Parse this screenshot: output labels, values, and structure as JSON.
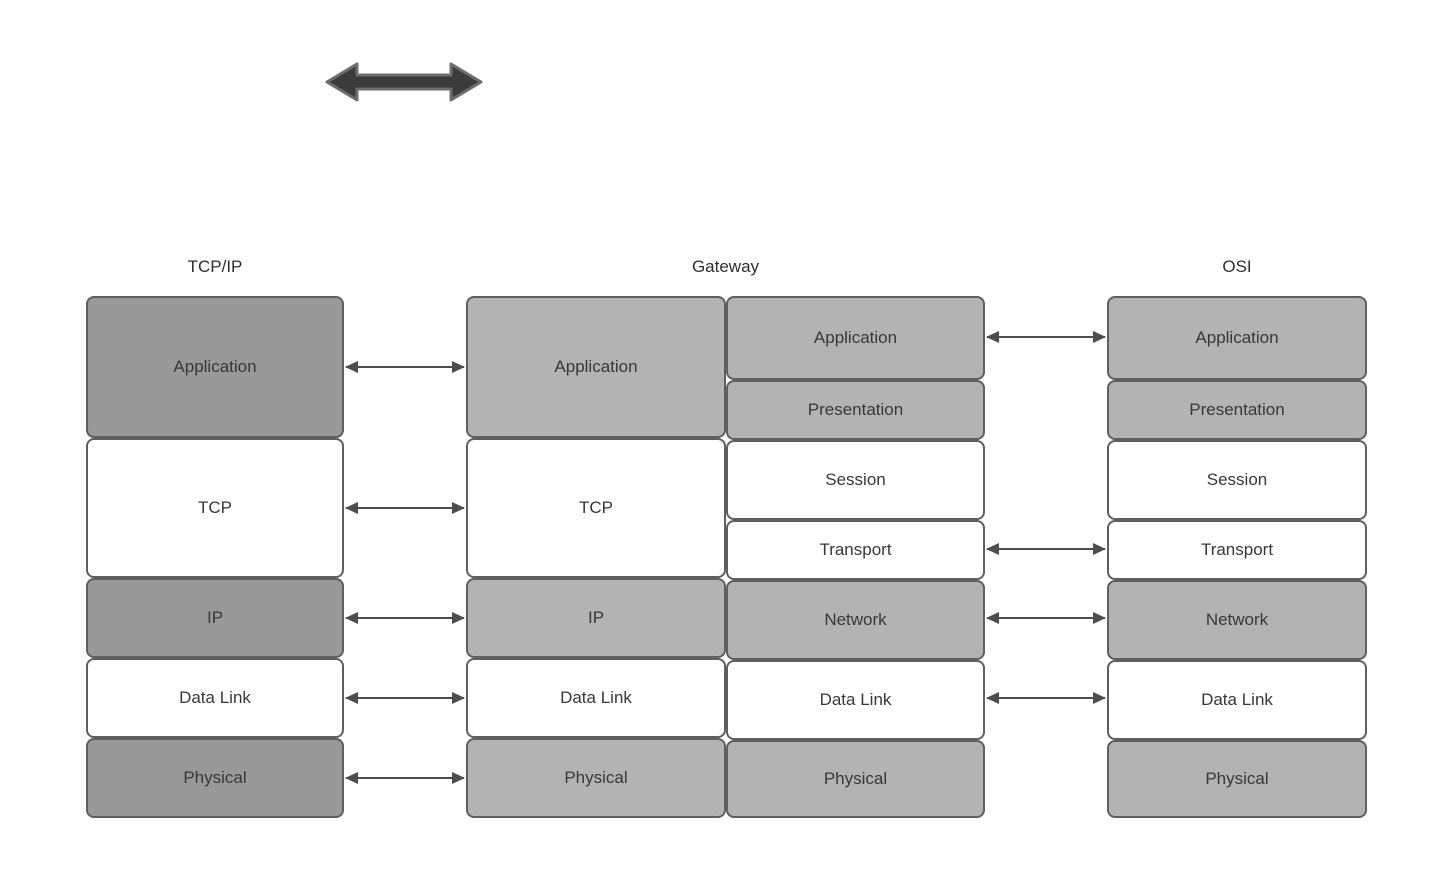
{
  "diagram": {
    "top_icon": {
      "name": "double-arrow",
      "fill": "#3b3b3b",
      "stroke": "#6e6e6e"
    },
    "colors": {
      "dark_fill": "#999999",
      "light_fill": "#b3b3b3",
      "white_fill": "#ffffff",
      "border": "#5f5f5f",
      "text": "#383838",
      "arrow": "#4d4d4d"
    },
    "columns": {
      "tcpip": {
        "title": "TCP/IP",
        "layers": [
          {
            "label": "Application",
            "shade": "dark"
          },
          {
            "label": "TCP",
            "shade": "white"
          },
          {
            "label": "IP",
            "shade": "dark"
          },
          {
            "label": "Data Link",
            "shade": "white"
          },
          {
            "label": "Physical",
            "shade": "dark"
          }
        ]
      },
      "gateway": {
        "title": "Gateway",
        "left_stack": [
          {
            "label": "Application",
            "shade": "light"
          },
          {
            "label": "TCP",
            "shade": "white"
          },
          {
            "label": "IP",
            "shade": "light"
          },
          {
            "label": "Data Link",
            "shade": "white"
          },
          {
            "label": "Physical",
            "shade": "light"
          }
        ],
        "right_stack": [
          {
            "label": "Application",
            "shade": "light"
          },
          {
            "label": "Presentation",
            "shade": "light"
          },
          {
            "label": "Session",
            "shade": "white"
          },
          {
            "label": "Transport",
            "shade": "white"
          },
          {
            "label": "Network",
            "shade": "light"
          },
          {
            "label": "Data Link",
            "shade": "white"
          },
          {
            "label": "Physical",
            "shade": "light"
          }
        ]
      },
      "osi": {
        "title": "OSI",
        "layers": [
          {
            "label": "Application",
            "shade": "light"
          },
          {
            "label": "Presentation",
            "shade": "light"
          },
          {
            "label": "Session",
            "shade": "white"
          },
          {
            "label": "Transport",
            "shade": "white"
          },
          {
            "label": "Network",
            "shade": "light"
          },
          {
            "label": "Data Link",
            "shade": "white"
          },
          {
            "label": "Physical",
            "shade": "light"
          }
        ]
      }
    },
    "connections": {
      "tcpip_gateway_rows": [
        "Application",
        "TCP",
        "IP",
        "Data Link",
        "Physical"
      ],
      "gateway_osi_rows": [
        "Application",
        "Transport",
        "Network",
        "Data Link"
      ]
    }
  }
}
